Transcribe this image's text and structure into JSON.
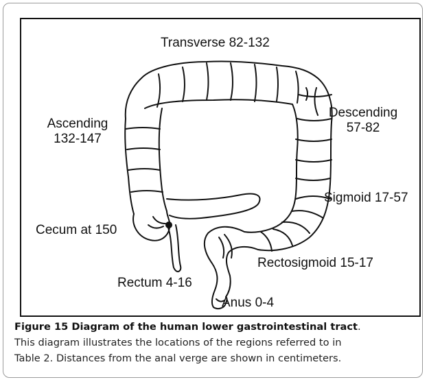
{
  "diagram": {
    "labels": {
      "transverse": "Transverse  82-132",
      "ascending_name": "Ascending",
      "ascending_range": "132-147",
      "descending_name": "Descending",
      "descending_range": "57-82",
      "sigmoid": "Sigmoid  17-57",
      "cecum": "Cecum at 150",
      "rectosigmoid": "Rectosigmoid  15-17",
      "rectum": "Rectum  4-16",
      "anus": "Anus  0-4"
    }
  },
  "caption": {
    "title": "Figure 15 Diagram of the human lower gastrointestinal tract",
    "title_end": ".",
    "line1": "This diagram illustrates the locations of the regions referred to in",
    "line2": "Table 2. Distances from the anal verge are shown in centimeters."
  }
}
